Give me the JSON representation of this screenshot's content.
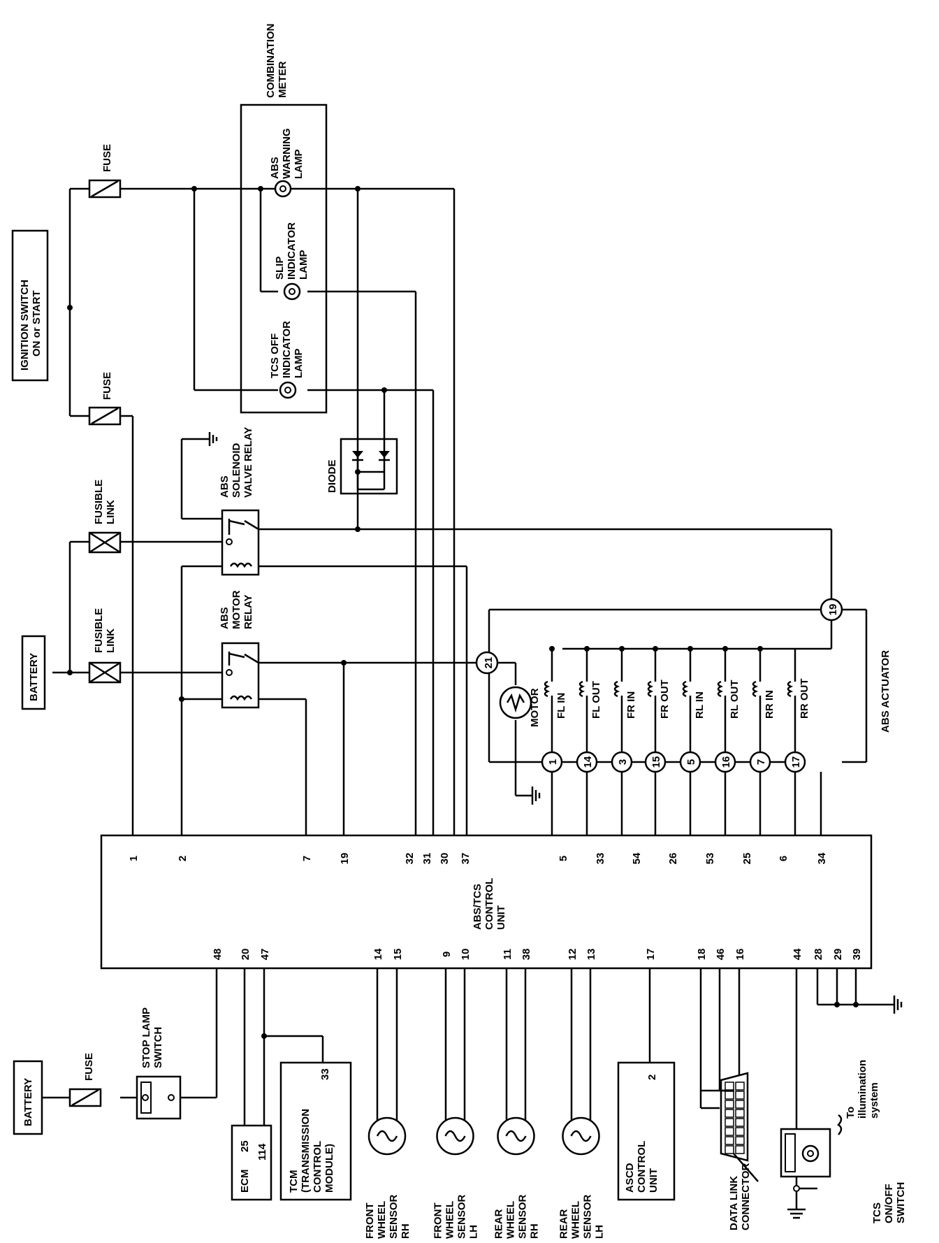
{
  "battery_label": "BATTERY",
  "ignition_label": [
    "IGNITION SWITCH",
    "ON or START"
  ],
  "fuse_label": "FUSE",
  "fusible_link_label": [
    "FUSIBLE",
    "LINK"
  ],
  "combination_meter_label": [
    "COMBINATION",
    "METER"
  ],
  "abs_warning_lamp_label": [
    "ABS",
    "WARNING",
    "LAMP"
  ],
  "slip_indicator_lamp_label": [
    "SLIP",
    "INDICATOR",
    "LAMP"
  ],
  "tcs_off_indicator_lamp_label": [
    "TCS OFF",
    "INDICATOR",
    "LAMP"
  ],
  "abs_solenoid_valve_relay_label": [
    "ABS",
    "SOLENOID",
    "VALVE RELAY"
  ],
  "abs_motor_relay_label": [
    "ABS",
    "MOTOR",
    "RELAY"
  ],
  "diode_label": "DIODE",
  "motor_label": "MOTOR",
  "abs_actuator_label": "ABS ACTUATOR",
  "abs_tcs_control_unit_label": [
    "ABS/TCS",
    "CONTROL",
    "UNIT"
  ],
  "valves": [
    "FL IN",
    "FL OUT",
    "FR IN",
    "FR OUT",
    "RL IN",
    "RL OUT",
    "RR IN",
    "RR OUT"
  ],
  "actuator_pins_bottom": [
    "1",
    "14",
    "3",
    "15",
    "5",
    "16",
    "7",
    "17"
  ],
  "actuator_pin_21": "21",
  "actuator_pin_19": "19",
  "control_unit_top_pins": [
    "1",
    "2",
    "7",
    "19",
    "32",
    "31",
    "30",
    "37",
    "5",
    "33",
    "54",
    "26",
    "53",
    "25",
    "6",
    "34"
  ],
  "control_unit_bottom_pins": [
    "48",
    "20",
    "47",
    "14",
    "15",
    "9",
    "10",
    "11",
    "38",
    "12",
    "13",
    "17",
    "18",
    "46",
    "16",
    "44",
    "28",
    "29",
    "39"
  ],
  "stop_lamp_switch_label": [
    "STOP LAMP",
    "SWITCH"
  ],
  "ecm": {
    "label": "ECM",
    "pin_upper": "25",
    "pin_lower": "114"
  },
  "tcm_label": [
    "TCM",
    "(TRANSMISSION",
    "CONTROL",
    "MODULE)"
  ],
  "tcm_pin": "33",
  "sensors": [
    [
      "FRONT",
      "WHEEL",
      "SENSOR",
      "RH"
    ],
    [
      "FRONT",
      "WHEEL",
      "SENSOR",
      "LH"
    ],
    [
      "REAR",
      "WHEEL",
      "SENSOR",
      "RH"
    ],
    [
      "REAR",
      "WHEEL",
      "SENSOR",
      "LH"
    ]
  ],
  "ascd_label": [
    "ASCD",
    "CONTROL",
    "UNIT"
  ],
  "ascd_pin": "2",
  "data_link_connector_label": [
    "DATA LINK",
    "CONNECTOR"
  ],
  "illumination_label": [
    "To",
    "illumination",
    "system"
  ],
  "tcs_switch_label": [
    "TCS",
    "ON/OFF",
    "SWITCH"
  ]
}
